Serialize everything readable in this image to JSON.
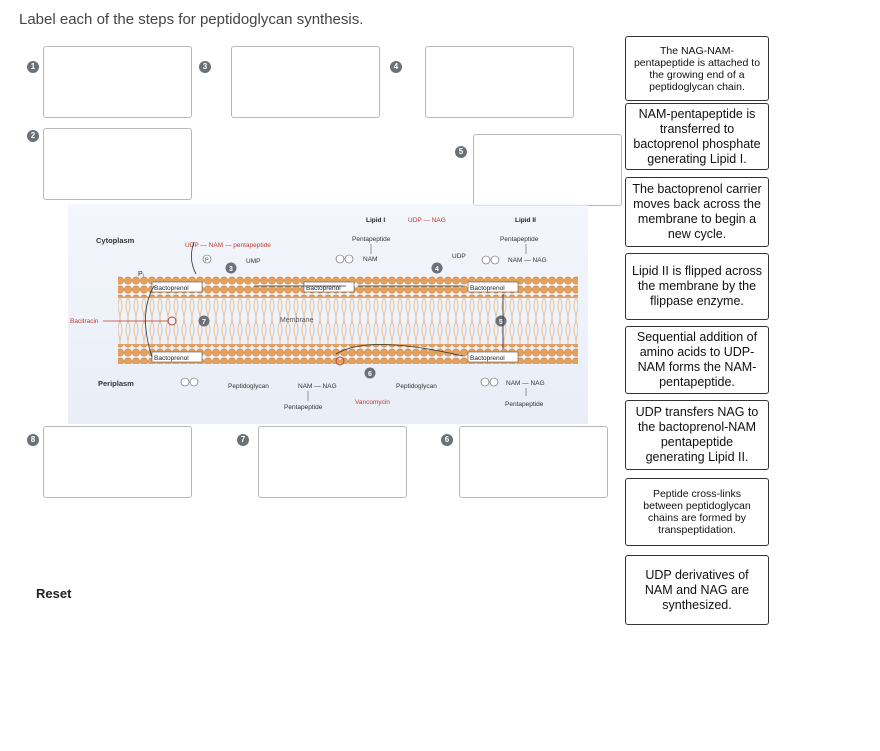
{
  "question": {
    "title": "Label each of the steps for peptidoglycan synthesis."
  },
  "badges": [
    "1",
    "2",
    "3",
    "4",
    "5",
    "6",
    "7",
    "8"
  ],
  "drop_targets": [
    {
      "step": "1"
    },
    {
      "step": "2"
    },
    {
      "step": "3"
    },
    {
      "step": "4"
    },
    {
      "step": "5"
    },
    {
      "step": "6"
    },
    {
      "step": "7"
    },
    {
      "step": "8"
    }
  ],
  "label_cards": [
    {
      "text": "The NAG-NAM-pentapeptide is attached to the growing end of a peptidoglycan chain."
    },
    {
      "text": "NAM-pentapeptide is transferred to bactoprenol phosphate generating Lipid I."
    },
    {
      "text": "The bactoprenol carrier moves back across the membrane to begin a new cycle."
    },
    {
      "text": "Lipid II is flipped across the membrane by the flippase enzyme."
    },
    {
      "text": "Sequential addition of amino acids to UDP-NAM forms the NAM-pentapeptide."
    },
    {
      "text": "UDP transfers NAG to the bactoprenol-NAM pentapeptide generating Lipid II."
    },
    {
      "text": "Peptide cross-links between peptidoglycan chains are formed by transpeptidation."
    },
    {
      "text": "UDP derivatives of NAM and NAG are synthesized."
    }
  ],
  "reset_label": "Reset",
  "diagram": {
    "cytoplasm": "Cytoplasm",
    "periplasm": "Periplasm",
    "membrane": "Membrane",
    "bacitracin": "Bacitracin",
    "vancomycin": "Vancomycin",
    "pi": "Pᵢ",
    "udp_nam_pentapeptide": "UDP — NAM — pentapeptide",
    "ump": "UMP",
    "lipid_i": "Lipid I",
    "lipid_ii": "Lipid II",
    "udp_nag": "UDP — NAG",
    "udp": "UDP",
    "pentapeptide": "Pentapeptide",
    "nam": "NAM",
    "nam_nag": "NAM — NAG",
    "bactoprenol": "Bactoprenol",
    "peptidoglycan": "Peptidoglycan",
    "p": "P",
    "step_numbers": [
      "3",
      "4",
      "5",
      "6",
      "7"
    ]
  }
}
